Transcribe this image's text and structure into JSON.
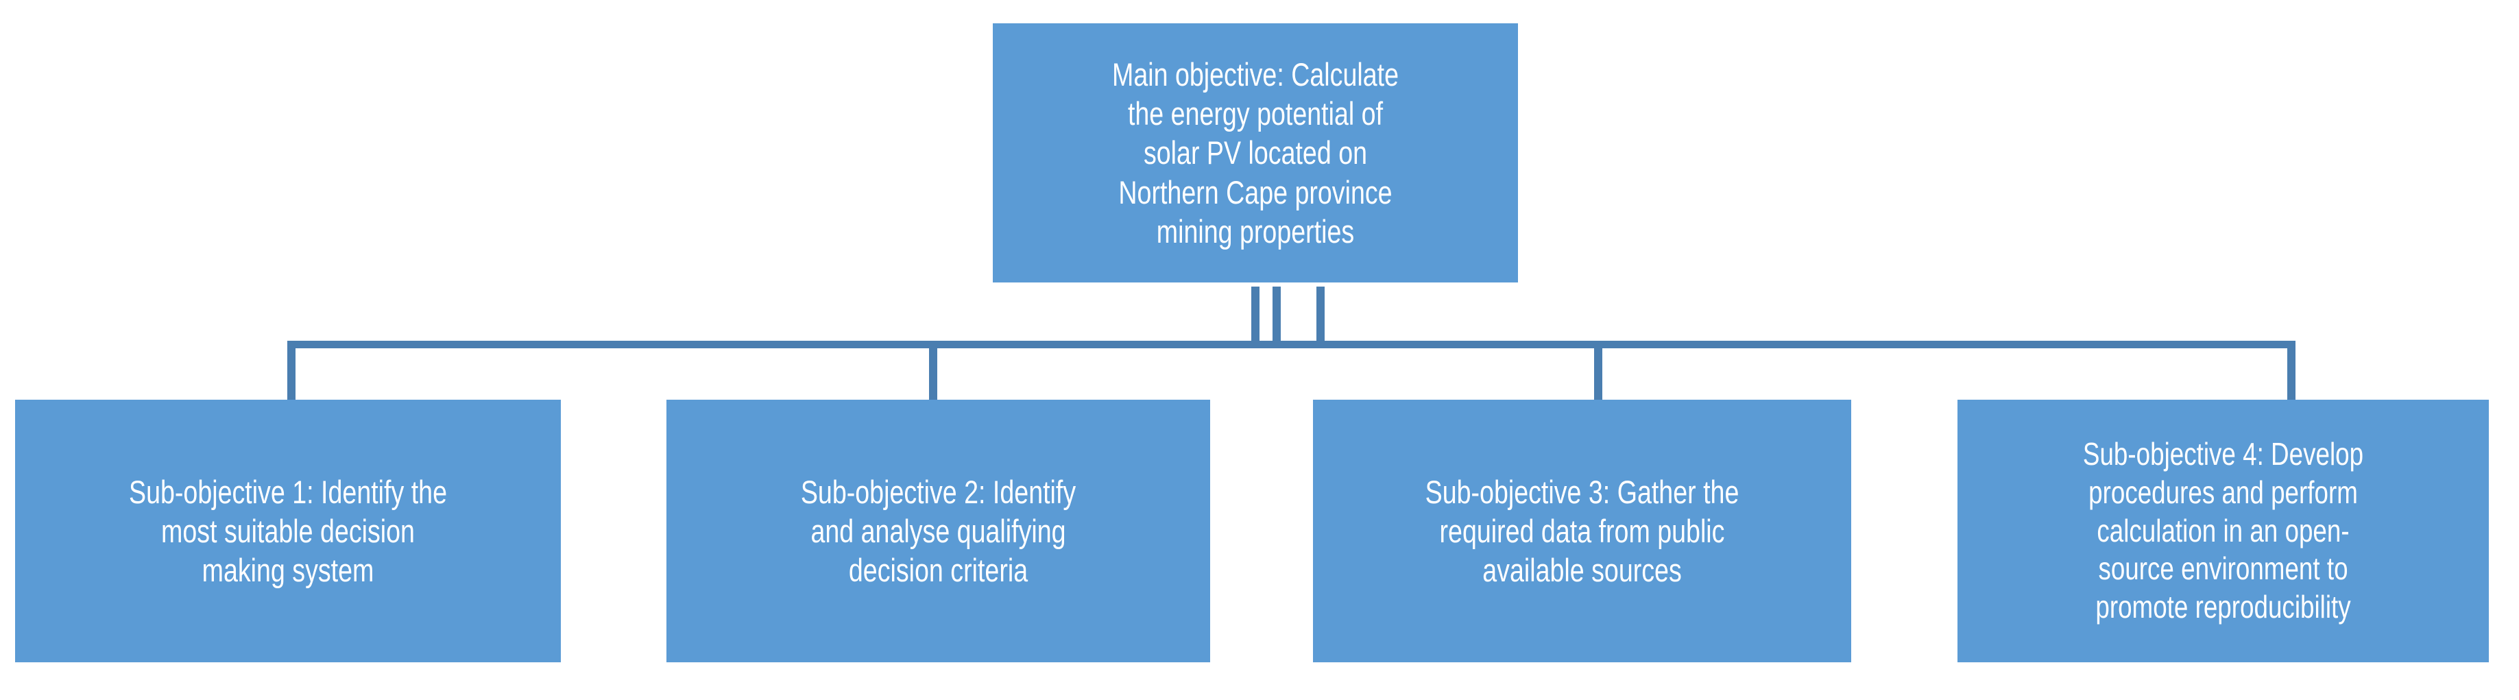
{
  "diagram": {
    "type": "objective-tree",
    "orientation": "top-down",
    "colors": {
      "node_fill": "#5B9BD5",
      "node_text": "#FFFFFF",
      "connector": "#4A7EB0",
      "background": "#FFFFFF"
    },
    "root": {
      "id": "main-objective",
      "text": "Main objective: Calculate the energy potential of solar PV located on Northern Cape province mining properties",
      "lines": [
        "Main objective: Calculate",
        "the energy potential of",
        "solar PV located on",
        "Northern Cape province",
        "mining properties"
      ]
    },
    "children": [
      {
        "id": "sub-objective-1",
        "text": "Sub-objective 1: Identify the most suitable decision making system",
        "lines": [
          "Sub-objective 1: Identify the",
          "most suitable decision",
          "making system"
        ]
      },
      {
        "id": "sub-objective-2",
        "text": "Sub-objective 2: Identify and analyse qualifying decision criteria",
        "lines": [
          "Sub-objective 2: Identify",
          "and analyse qualifying",
          "decision criteria"
        ]
      },
      {
        "id": "sub-objective-3",
        "text": "Sub-objective 3: Gather the required data from public available sources",
        "lines": [
          "Sub-objective 3: Gather the",
          "required data from public",
          "available sources"
        ]
      },
      {
        "id": "sub-objective-4",
        "text": "Sub-objective 4: Develop procedures and perform calculation in an open-source environment to promote reproducibility",
        "lines": [
          "Sub-objective 4: Develop",
          "procedures and perform",
          "calculation in an open-",
          "source environment to",
          "promote reproducibility"
        ]
      }
    ]
  }
}
